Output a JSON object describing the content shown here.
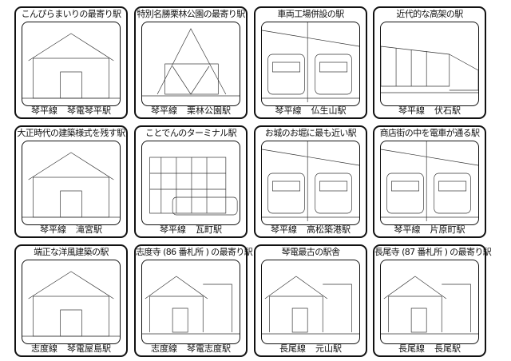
{
  "cards": [
    {
      "title": "こんぴらまいりの最寄り駅",
      "line": "琴平線",
      "station": "琴電琴平駅",
      "illustration": "temple-style-station"
    },
    {
      "title": "特別名勝栗林公園の最寄り駅",
      "line": "琴平線",
      "station": "栗林公園駅",
      "illustration": "triangular-roof-station"
    },
    {
      "title": "車両工場併設の駅",
      "line": "琴平線",
      "station": "仏生山駅",
      "illustration": "trains-at-depot"
    },
    {
      "title": "近代的な高架の駅",
      "line": "琴平線",
      "station": "伏石駅",
      "illustration": "elevated-station"
    },
    {
      "title": "大正時代の建築様式を残す駅",
      "line": "琴平線",
      "station": "滝宮駅",
      "illustration": "taisho-era-station"
    },
    {
      "title": "ことでんのターミナル駅",
      "line": "琴平線",
      "station": "瓦町駅",
      "illustration": "terminal-building"
    },
    {
      "title": "お城のお堀に最も近い駅",
      "line": "琴平線",
      "station": "高松築港駅",
      "illustration": "trains-at-platform"
    },
    {
      "title": "商店街の中を電車が通る駅",
      "line": "琴平線",
      "station": "片原町駅",
      "illustration": "shopping-arcade-train"
    },
    {
      "title": "端正な洋風建築の駅",
      "line": "志度線",
      "station": "琴電屋島駅",
      "illustration": "western-style-station"
    },
    {
      "title": "志度寺 (86 番札所 ) の最寄り駅",
      "line": "志度線",
      "station": "琴電志度駅",
      "illustration": "wooden-station"
    },
    {
      "title": "琴電最古の駅舎",
      "line": "長尾線",
      "station": "元山駅",
      "illustration": "oldest-station"
    },
    {
      "title": "長尾寺 (87 番札所 ) の最寄り駅",
      "line": "長尾線",
      "station": "長尾駅",
      "illustration": "two-story-station"
    }
  ]
}
